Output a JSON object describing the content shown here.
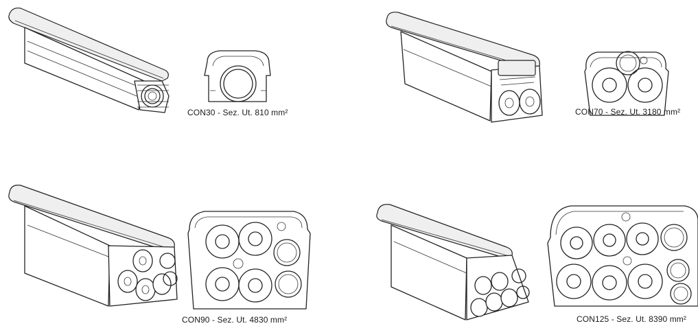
{
  "products": [
    {
      "code": "CON30",
      "caption": "CON30 - Sez. Ut. 810 mm²"
    },
    {
      "code": "CON70",
      "caption": "CON70 - Sez. Ut. 3180 mm²"
    },
    {
      "code": "CON90",
      "caption": "CON90 - Sez. Ut. 4830 mm²"
    },
    {
      "code": "CON125",
      "caption": "CON125 - Sez. Ut. 8390 mm²"
    }
  ]
}
